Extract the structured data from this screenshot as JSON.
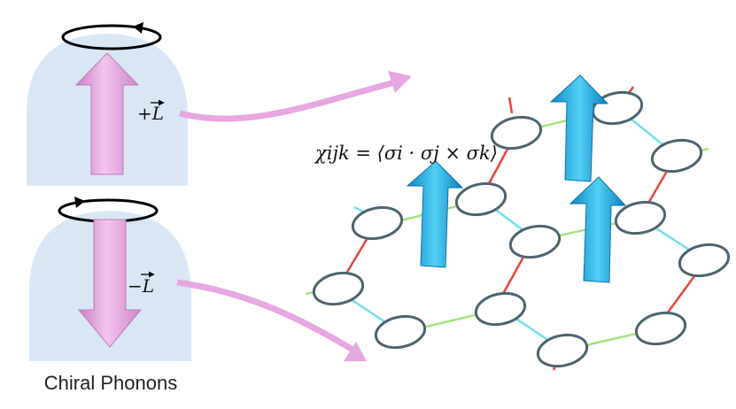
{
  "caption": "Chiral Phonons",
  "formula": "χijk = ⟨σi · σj × σk⟩",
  "label_plus": "+L",
  "label_minus": "−L",
  "colors": {
    "dome": "#d9e7f5",
    "phonon_arrow": "#e7a7e0",
    "spin_arrow": "#1fa9df",
    "bond_red": "#e8453c",
    "bond_cyan": "#6fe0ee",
    "bond_green": "#a5e37e",
    "site_ring": "#4d6470"
  }
}
